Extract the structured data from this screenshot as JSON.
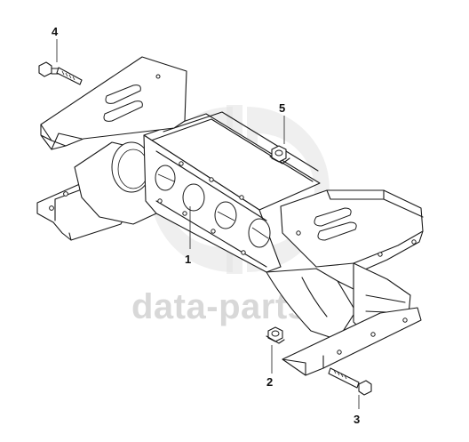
{
  "watermark": {
    "text": "data-parts",
    "color": "#d8d8d8"
  },
  "callouts": {
    "c1": "1",
    "c2": "2",
    "c3": "3",
    "c4": "4",
    "c5": "5"
  },
  "colors": {
    "line": "#1a1a1a",
    "background": "#ffffff",
    "watermark": "#e2e2e2"
  }
}
